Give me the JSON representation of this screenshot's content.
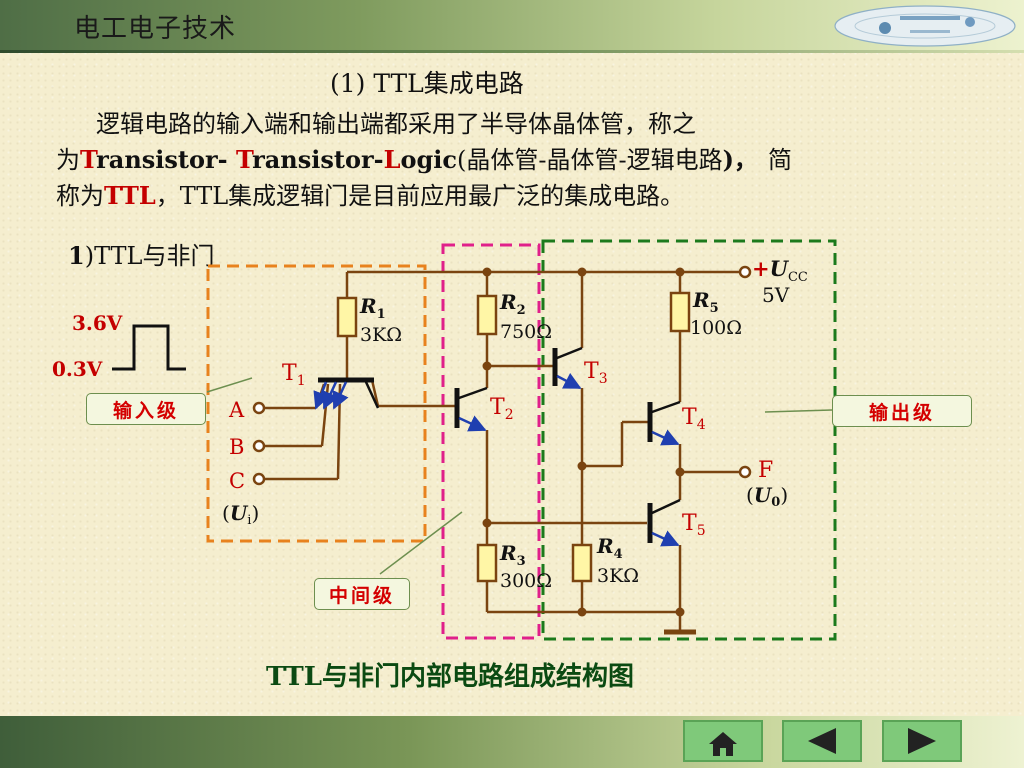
{
  "header": {
    "app_title": "电工电子技术"
  },
  "content": {
    "heading": "(1)  TTL集成电路",
    "line1": "逻辑电路的输入端和输出端都采用了半导体晶体管，称之",
    "line2": {
      "prefix": "为",
      "t1": "T",
      "w1": "ransistor- ",
      "t2": "T",
      "w2": "ransistor-",
      "t3": "L",
      "w3": "ogic",
      "suffix_a": "(晶体管-晶体管-逻辑电路",
      "suffix_b": ")，",
      "suffix_c": "简"
    },
    "line3": {
      "prefix": "称为",
      "abbr": "TTL",
      "rest": "，TTL集成逻辑门是目前应用最广泛的集成电路。"
    },
    "subheading_num": "1",
    "subheading_text": ")TTL与非门"
  },
  "diagram": {
    "level_high": "3.6V",
    "level_low": "0.3V",
    "input_stage": "输入级",
    "middle_stage": "中间级",
    "output_stage": "输出级",
    "transistors": [
      {
        "name": "T",
        "sub": "1"
      },
      {
        "name": "T",
        "sub": "2"
      },
      {
        "name": "T",
        "sub": "3"
      },
      {
        "name": "T",
        "sub": "4"
      },
      {
        "name": "T",
        "sub": "5"
      }
    ],
    "resistors": [
      {
        "name": "R",
        "sub": "1",
        "value": "3KΩ"
      },
      {
        "name": "R",
        "sub": "2",
        "value": "750Ω"
      },
      {
        "name": "R",
        "sub": "3",
        "value": "300Ω"
      },
      {
        "name": "R",
        "sub": "4",
        "value": "3KΩ"
      },
      {
        "name": "R",
        "sub": "5",
        "value": "100Ω"
      }
    ],
    "inputs": [
      "A",
      "B",
      "C"
    ],
    "input_voltage": {
      "open": "(",
      "sym": "U",
      "sub": "i",
      "close": ")"
    },
    "supply": {
      "plus": "+",
      "sym": "U",
      "sub": "CC",
      "value": "5V"
    },
    "output": {
      "name": "F",
      "open": "(",
      "sym": "U",
      "sub": "0",
      "close": ")"
    },
    "caption": "TTL与非门内部电路组成结构图",
    "colors": {
      "wire": "#7a4410",
      "input_box": "#e8821e",
      "middle_box": "#e0208a",
      "output_box": "#1c7a1c",
      "resistor": "#fff6a6"
    }
  },
  "navigation": {
    "home": "home-icon",
    "prev": "prev-arrow-icon",
    "next": "next-arrow-icon"
  }
}
